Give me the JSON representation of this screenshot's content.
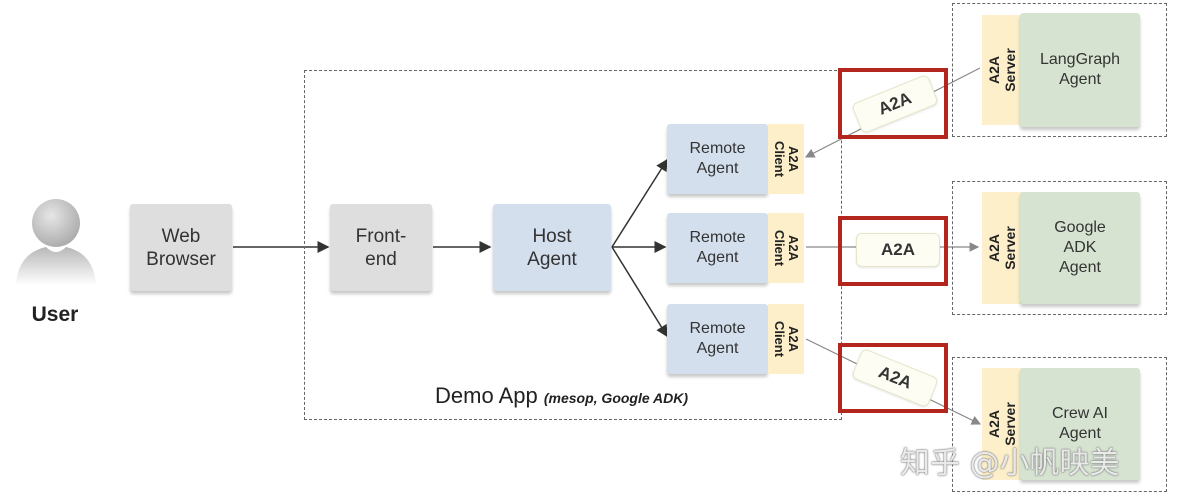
{
  "user": {
    "label": "User",
    "icon": "user-avatar-icon"
  },
  "web_browser": {
    "label_line1": "Web",
    "label_line2": "Browser"
  },
  "frontend": {
    "label_line1": "Front-",
    "label_line2": "end"
  },
  "host_agent": {
    "label_line1": "Host",
    "label_line2": "Agent"
  },
  "demo_app": {
    "title": "Demo App",
    "subtitle": "(mesop, Google ADK)"
  },
  "remote_agents": [
    {
      "label_line1": "Remote",
      "label_line2": "Agent",
      "client_line1": "A2A",
      "client_line2": "Client"
    },
    {
      "label_line1": "Remote",
      "label_line2": "Agent",
      "client_line1": "A2A",
      "client_line2": "Client"
    },
    {
      "label_line1": "Remote",
      "label_line2": "Agent",
      "client_line1": "A2A",
      "client_line2": "Client"
    }
  ],
  "protocol_labels": [
    "A2A",
    "A2A",
    "A2A"
  ],
  "external_agents": [
    {
      "lines": [
        "LangGraph",
        "Agent"
      ],
      "server_line1": "A2A",
      "server_line2": "Server"
    },
    {
      "lines": [
        "Google",
        "ADK",
        "Agent"
      ],
      "server_line1": "A2A",
      "server_line2": "Server"
    },
    {
      "lines": [
        "Crew AI",
        "Agent"
      ],
      "server_line1": "A2A",
      "server_line2": "Server"
    }
  ],
  "watermark": "知乎 @小帆映美",
  "colors": {
    "highlight": "#b3261e",
    "client_server": "#fcefc9",
    "agent_blue": "#d4dfee",
    "agent_green": "#d6e3d1",
    "neutral": "#dedede"
  }
}
